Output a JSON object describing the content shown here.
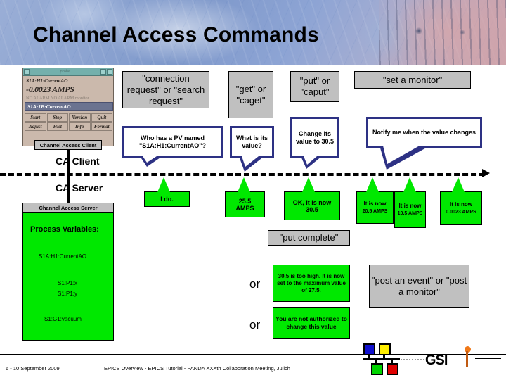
{
  "slide": {
    "title": "Channel Access Commands"
  },
  "probe": {
    "window_title": "probe",
    "pv_name": "S1A:H1:CurrentAO",
    "value": "-0.0023 AMPS",
    "alarm_status": "NO ALARM  NO ALARM  monitor",
    "entry_value": "S1A:1B:CurrentAO",
    "buttons": [
      "Start",
      "Stop",
      "Version",
      "Quit",
      "Adjust",
      "Hist",
      "Info",
      "Format"
    ],
    "caption": "Channel Access Client"
  },
  "lanes": {
    "client_label": "CA Client",
    "server_label": "CA Server"
  },
  "server": {
    "caption": "Channel Access Server",
    "panel_title": "Process Variables:",
    "pvs": [
      "S1A:H1:CurrentAO",
      "S1:P1:x",
      "S1:P1:y",
      "S1:G1:vacuum"
    ]
  },
  "commands": {
    "connection": "\"connection request\" or \"search request\"",
    "get": "\"get\" or \"caget\"",
    "put": "\"put\" or \"caput\"",
    "monitor": "\"set a monitor\"",
    "put_complete": "\"put complete\"",
    "post": "\"post an event\" or \"post a monitor\""
  },
  "requests": {
    "who": "Who has a PV named \"S1A:H1:CurrentAO\"?",
    "what": "What is its value?",
    "change": "Change its value to 30.5",
    "notify": "Notify me when the value changes"
  },
  "replies": {
    "ido": "I do.",
    "value_l1": "25.5",
    "value_l2": "AMPS",
    "ok_l1": "OK, it is now",
    "ok_l2": "30.5",
    "monitor1_l1": "It is now",
    "monitor1_l2": "20.5 AMPS",
    "monitor2_l1": "It is now",
    "monitor2_l2": "10.5 AMPS",
    "monitor3_l1": "It is now",
    "monitor3_l2": "0.0023 AMPS",
    "too_high": "30.5 is too high. It is now set to the maximum value of 27.5.",
    "not_authorized": "You are not authorized to change this value"
  },
  "connectors": {
    "or_1": "or",
    "or_2": "or"
  },
  "footer": {
    "date": "6 - 10 September 2009",
    "title": "EPICS Overview - EPICS Tutorial - PANDA XXXth Collaboration Meeting, Jülich",
    "logo_text": "GSI"
  },
  "colors": {
    "green": "#00e800",
    "gray_box": "#c0c0c0",
    "bubble_border": "#2d3184",
    "banner_blue": "#8fa6d2"
  }
}
